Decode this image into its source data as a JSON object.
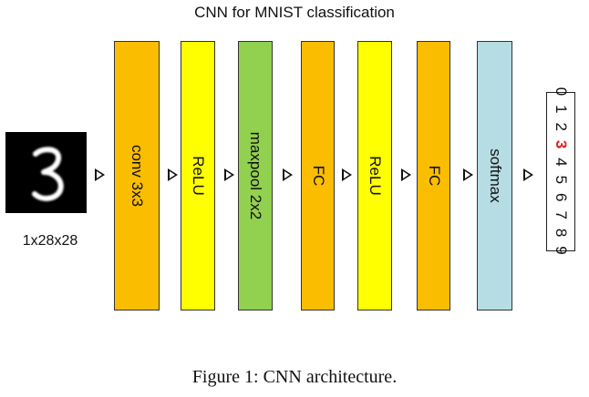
{
  "title": "CNN for MNIST classification",
  "input": {
    "label": "1x28x28",
    "image_digit": "3"
  },
  "layers": [
    {
      "label": "conv 3x3",
      "color": "#fbbd00"
    },
    {
      "label": "ReLU",
      "color": "#ffff00"
    },
    {
      "label": "maxpool 2x2",
      "color": "#92d050"
    },
    {
      "label": "FC",
      "color": "#fbbd00"
    },
    {
      "label": "ReLU",
      "color": "#ffff00"
    },
    {
      "label": "FC",
      "color": "#fbbd00"
    },
    {
      "label": "softmax",
      "color": "#b7dde4"
    }
  ],
  "output": {
    "digits": [
      "0",
      "1",
      "2",
      "3",
      "4",
      "5",
      "6",
      "7",
      "8",
      "9"
    ],
    "highlighted": "3",
    "highlight_color": "#e02020"
  },
  "caption": "Figure 1: CNN architecture."
}
